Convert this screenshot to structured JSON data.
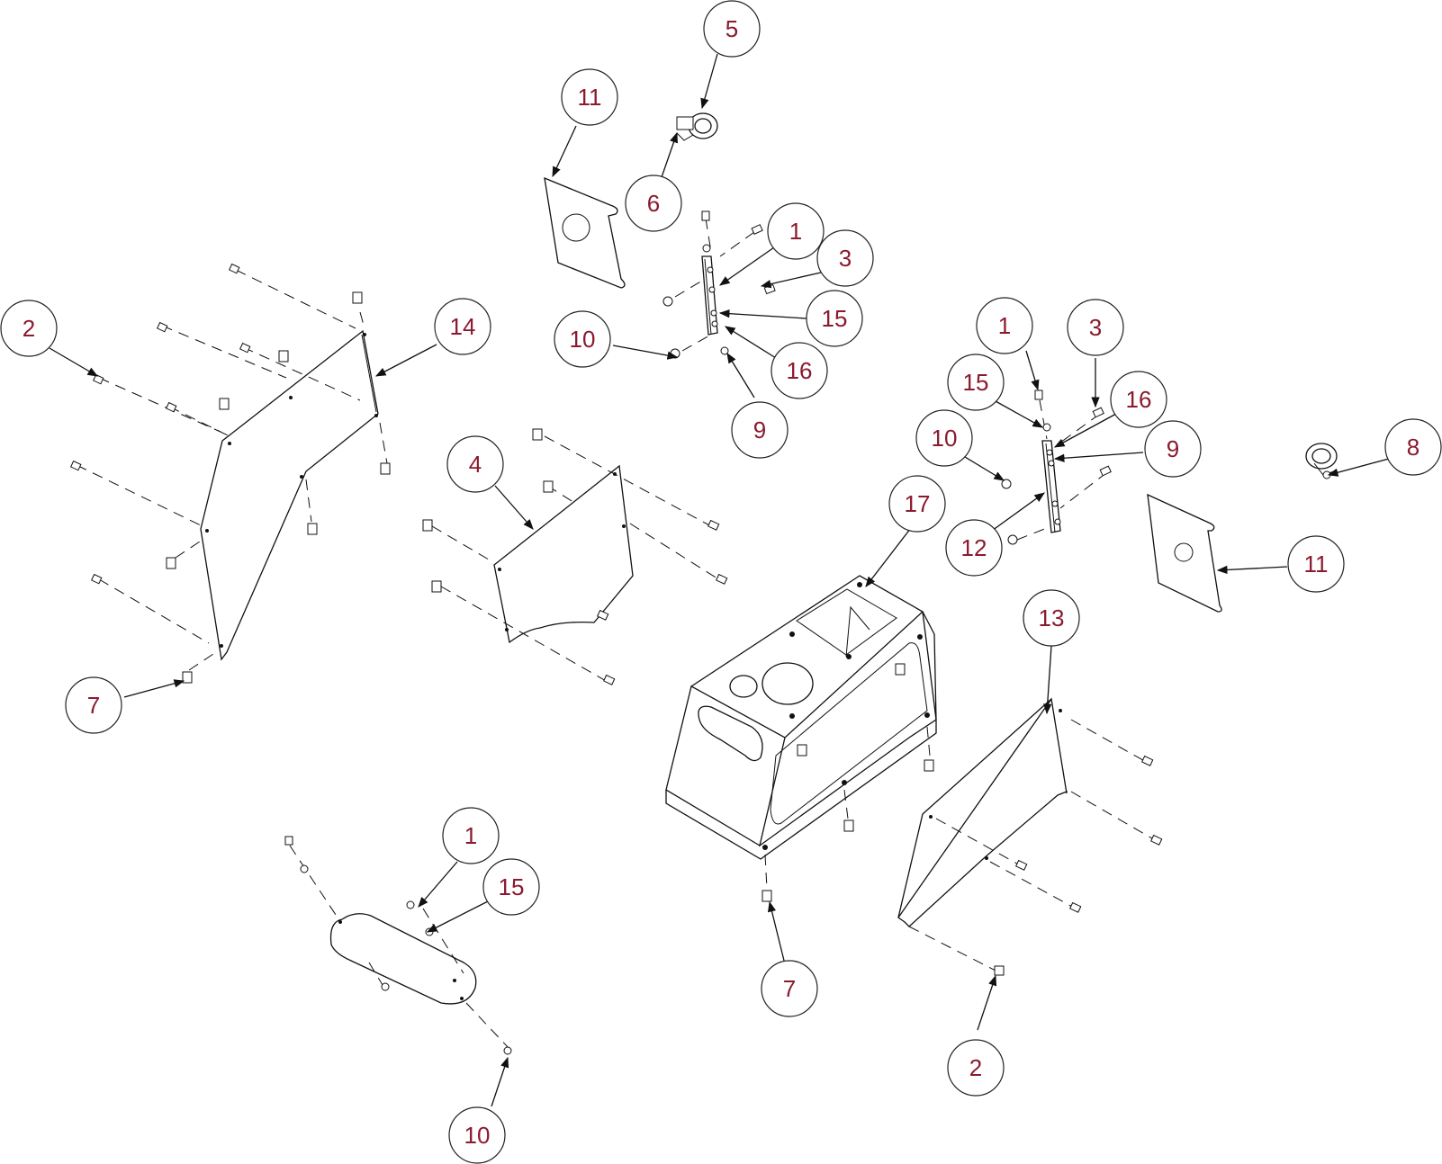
{
  "callouts": [
    {
      "id": "c5",
      "label": "5"
    },
    {
      "id": "c11a",
      "label": "11"
    },
    {
      "id": "c6",
      "label": "6"
    },
    {
      "id": "c1a",
      "label": "1"
    },
    {
      "id": "c3a",
      "label": "3"
    },
    {
      "id": "c15a",
      "label": "15"
    },
    {
      "id": "c10a",
      "label": "10"
    },
    {
      "id": "c16a",
      "label": "16"
    },
    {
      "id": "c9a",
      "label": "9"
    },
    {
      "id": "c2a",
      "label": "2"
    },
    {
      "id": "c14",
      "label": "14"
    },
    {
      "id": "c7a",
      "label": "7"
    },
    {
      "id": "c4",
      "label": "4"
    },
    {
      "id": "c1b",
      "label": "1"
    },
    {
      "id": "c3b",
      "label": "3"
    },
    {
      "id": "c15b",
      "label": "15"
    },
    {
      "id": "c16b",
      "label": "16"
    },
    {
      "id": "c10b",
      "label": "10"
    },
    {
      "id": "c9b",
      "label": "9"
    },
    {
      "id": "c8",
      "label": "8"
    },
    {
      "id": "c17",
      "label": "17"
    },
    {
      "id": "c12",
      "label": "12"
    },
    {
      "id": "c11b",
      "label": "11"
    },
    {
      "id": "c13",
      "label": "13"
    },
    {
      "id": "c1c",
      "label": "1"
    },
    {
      "id": "c15c",
      "label": "15"
    },
    {
      "id": "c7b",
      "label": "7"
    },
    {
      "id": "c2b",
      "label": "2"
    },
    {
      "id": "c10c",
      "label": "10"
    }
  ],
  "colors": {
    "label": "#8b1a2e",
    "line": "#111111"
  }
}
